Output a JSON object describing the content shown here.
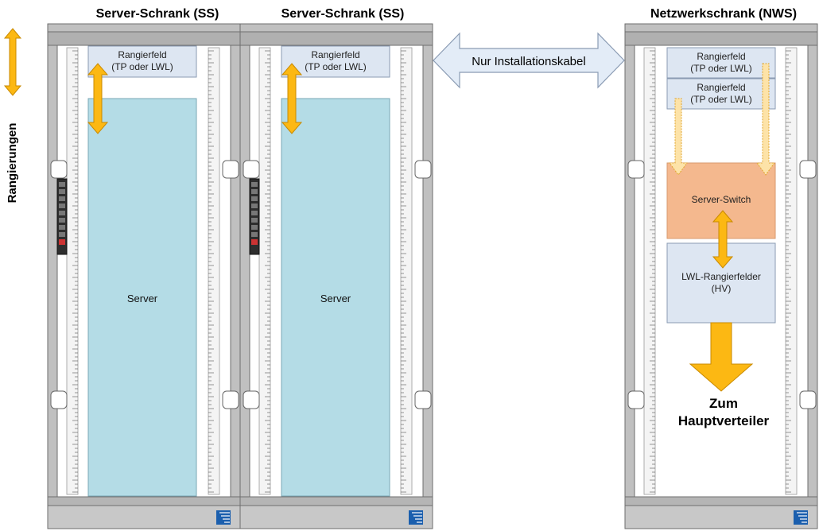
{
  "titles": {
    "rack1": "Server-Schrank (SS)",
    "rack2": "Server-Schrank (SS)",
    "rack3": "Netzwerkschrank (NWS)"
  },
  "side_label": "Rangierungen",
  "link_label": "Nur Installationskabel",
  "rack1": {
    "panel_line1": "Rangierfeld",
    "panel_line2": "(TP oder LWL)",
    "server": "Server"
  },
  "rack2": {
    "panel_line1": "Rangierfeld",
    "panel_line2": "(TP oder LWL)",
    "server": "Server"
  },
  "rack3": {
    "panel1_line1": "Rangierfeld",
    "panel1_line2": "(TP oder LWL)",
    "panel2_line1": "Rangierfeld",
    "panel2_line2": "(TP oder LWL)",
    "switch": "Server-Switch",
    "lwl_line1": "LWL-Rangierfelder",
    "lwl_line2": "(HV)",
    "out_line1": "Zum",
    "out_line2": "Hauptverteiler"
  },
  "colors": {
    "rack_frame": "#c0c0c0",
    "rack_border": "#6e6e6e",
    "server_fill": "#b4dce6",
    "panel_fill": "#dde6f2",
    "switch_fill": "#f4b88e",
    "arrow_fill": "#fcb813",
    "link_arrow_fill": "#e3ecf7"
  }
}
